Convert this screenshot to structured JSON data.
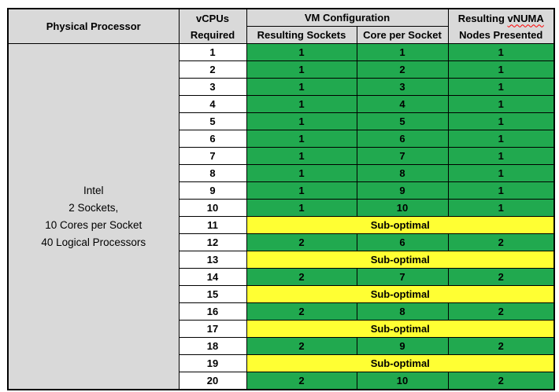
{
  "colors": {
    "optimal_green": "#21A94F",
    "suboptimal_yellow": "#FFFF33",
    "header_gray": "#D9D9D9",
    "border_black": "#000000",
    "squiggle_red": "#FF0000"
  },
  "header": {
    "physical_processor": "Physical Processor",
    "vcpus_line1": "vCPUs",
    "vcpus_line2": "Required",
    "vm_configuration": "VM Configuration",
    "resulting_sockets": "Resulting Sockets",
    "core_per_socket": "Core per Socket",
    "vnuma_line1_prefix": "Resulting ",
    "vnuma_line1_word": "vNUMA",
    "vnuma_line2": "Nodes Presented"
  },
  "physical_processor": {
    "lines": [
      "Intel",
      "2 Sockets,",
      "10 Cores per Socket",
      "40 Logical Processors"
    ]
  },
  "rows": [
    {
      "vcpus": "1",
      "sockets": "1",
      "cores_per_socket": "1",
      "vnuma_nodes": "1",
      "status": "optimal"
    },
    {
      "vcpus": "2",
      "sockets": "1",
      "cores_per_socket": "2",
      "vnuma_nodes": "1",
      "status": "optimal"
    },
    {
      "vcpus": "3",
      "sockets": "1",
      "cores_per_socket": "3",
      "vnuma_nodes": "1",
      "status": "optimal"
    },
    {
      "vcpus": "4",
      "sockets": "1",
      "cores_per_socket": "4",
      "vnuma_nodes": "1",
      "status": "optimal"
    },
    {
      "vcpus": "5",
      "sockets": "1",
      "cores_per_socket": "5",
      "vnuma_nodes": "1",
      "status": "optimal"
    },
    {
      "vcpus": "6",
      "sockets": "1",
      "cores_per_socket": "6",
      "vnuma_nodes": "1",
      "status": "optimal"
    },
    {
      "vcpus": "7",
      "sockets": "1",
      "cores_per_socket": "7",
      "vnuma_nodes": "1",
      "status": "optimal"
    },
    {
      "vcpus": "8",
      "sockets": "1",
      "cores_per_socket": "8",
      "vnuma_nodes": "1",
      "status": "optimal"
    },
    {
      "vcpus": "9",
      "sockets": "1",
      "cores_per_socket": "9",
      "vnuma_nodes": "1",
      "status": "optimal"
    },
    {
      "vcpus": "10",
      "sockets": "1",
      "cores_per_socket": "10",
      "vnuma_nodes": "1",
      "status": "optimal"
    },
    {
      "vcpus": "11",
      "label": "Sub-optimal",
      "status": "suboptimal"
    },
    {
      "vcpus": "12",
      "sockets": "2",
      "cores_per_socket": "6",
      "vnuma_nodes": "2",
      "status": "optimal"
    },
    {
      "vcpus": "13",
      "label": "Sub-optimal",
      "status": "suboptimal"
    },
    {
      "vcpus": "14",
      "sockets": "2",
      "cores_per_socket": "7",
      "vnuma_nodes": "2",
      "status": "optimal"
    },
    {
      "vcpus": "15",
      "label": "Sub-optimal",
      "status": "suboptimal"
    },
    {
      "vcpus": "16",
      "sockets": "2",
      "cores_per_socket": "8",
      "vnuma_nodes": "2",
      "status": "optimal"
    },
    {
      "vcpus": "17",
      "label": "Sub-optimal",
      "status": "suboptimal"
    },
    {
      "vcpus": "18",
      "sockets": "2",
      "cores_per_socket": "9",
      "vnuma_nodes": "2",
      "status": "optimal"
    },
    {
      "vcpus": "19",
      "label": "Sub-optimal",
      "status": "suboptimal"
    },
    {
      "vcpus": "20",
      "sockets": "2",
      "cores_per_socket": "10",
      "vnuma_nodes": "2",
      "status": "optimal"
    }
  ]
}
